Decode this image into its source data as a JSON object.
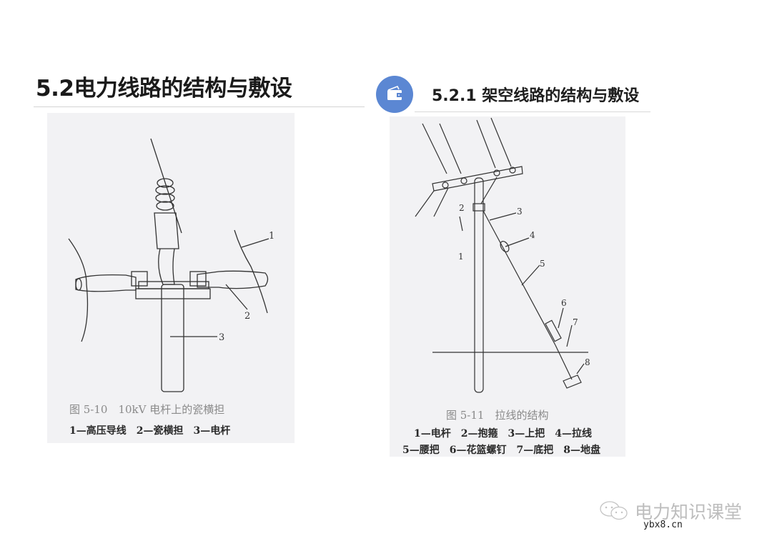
{
  "header": {
    "main_title": "5.2电力线路的结构与敷设",
    "section_title": "5.2.1 架空线路的结构与敷设",
    "section_icon": "wallet-icon",
    "accent_color": "#5b87d3"
  },
  "figure_left": {
    "caption": "图 5-10　10kV 电杆上的瓷横担",
    "legend": "1—高压导线　2—瓷横担　3—电杆",
    "labels": [
      "1",
      "2",
      "3"
    ]
  },
  "figure_right": {
    "caption": "图 5-11　拉线的结构",
    "legend_line1": "1—电杆　2—抱箍　3—上把　4—拉线",
    "legend_line2": "5—腰把　6—花篮螺钉　7—底把　8—地盘",
    "labels": [
      "1",
      "2",
      "3",
      "4",
      "5",
      "6",
      "7",
      "8"
    ]
  },
  "watermark": {
    "text": "电力知识课堂",
    "url": "ybx8.cn",
    "icon": "wechat-icon"
  }
}
